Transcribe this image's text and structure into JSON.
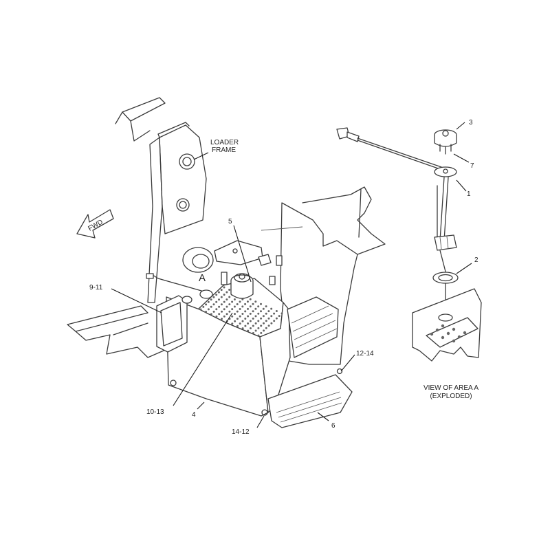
{
  "labels": {
    "loader_frame_line1": "LOADER",
    "loader_frame_line2": "FRAME",
    "fwd": "FWD",
    "area_a": "A",
    "callout_5": "5",
    "callout_9_11": "9-11",
    "callout_10_13": "10-13",
    "callout_4": "4",
    "callout_14_12": "14-12",
    "callout_6": "6",
    "callout_12_14": "12-14",
    "callout_3": "3",
    "callout_7": "7",
    "callout_1": "1",
    "callout_2": "2",
    "view_line1": "VIEW OF AREA A",
    "view_line2": "(EXPLODED)"
  },
  "colors": {
    "line": "#3a3a3a",
    "background": "#ffffff"
  }
}
